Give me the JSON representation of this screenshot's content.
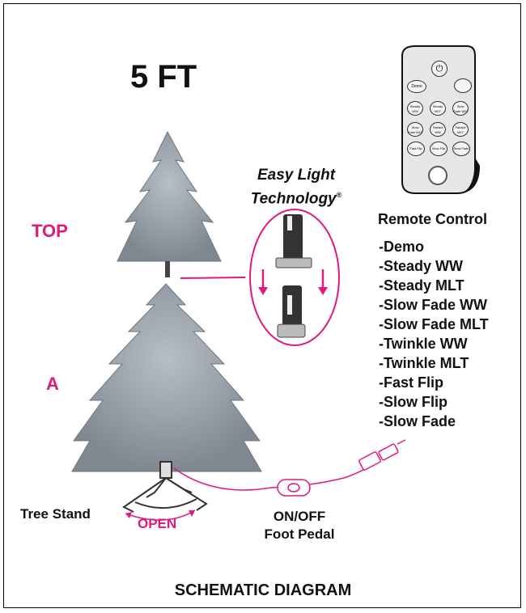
{
  "header": {
    "size_label": "5 FT"
  },
  "sections": {
    "top_label": "TOP",
    "a_label": "A"
  },
  "easy_light": {
    "line1": "Easy Light",
    "line2": "Technology",
    "mark": "®"
  },
  "remote": {
    "title": "Remote Control",
    "buttons": [
      "Demo",
      "Steady WW",
      "Steady MLT",
      "Slow Fade WW",
      "Twinkle WW",
      "Slow Fade MLT",
      "Twinkle MLT",
      "Fast Flip",
      "Slow Flip",
      "Slow Fade"
    ],
    "icons": [
      "power-icon",
      "timer-icon",
      "ge-logo"
    ],
    "modes": [
      "-Demo",
      "-Steady WW",
      "-Steady MLT",
      "-Slow Fade WW",
      "-Slow Fade MLT",
      "-Twinkle WW",
      "-Twinkle MLT",
      "-Fast Flip",
      "-Slow Flip",
      "-Slow Fade"
    ]
  },
  "stand": {
    "label": "Tree Stand",
    "open_label": "OPEN"
  },
  "pedal": {
    "line1": "ON/OFF",
    "line2": "Foot Pedal"
  },
  "caption": "SCHEMATIC DIAGRAM",
  "colors": {
    "accent": "#e0197d",
    "tree": "#9aa3ab",
    "tree_dark": "#6e7780"
  }
}
